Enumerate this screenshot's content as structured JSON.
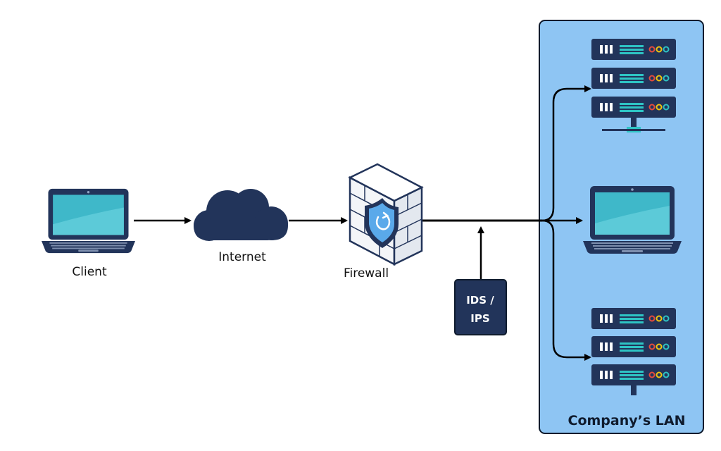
{
  "labels": {
    "client": "Client",
    "internet": "Internet",
    "firewall": "Firewall",
    "ids_line1": "IDS /",
    "ids_line2": "IPS",
    "lan": "Company’s LAN"
  },
  "colors": {
    "navy": "#22345a",
    "lan_fill": "#8ec5f3",
    "screen": "#3fb8c9",
    "cloud": "#22345a",
    "led_red": "#e74c3c",
    "led_yellow": "#f1c40f",
    "led_teal": "#2ec4c4"
  },
  "icons": [
    "laptop-icon",
    "cloud-icon",
    "firewall-icon",
    "server-rack-icon",
    "ids-ips-box"
  ]
}
